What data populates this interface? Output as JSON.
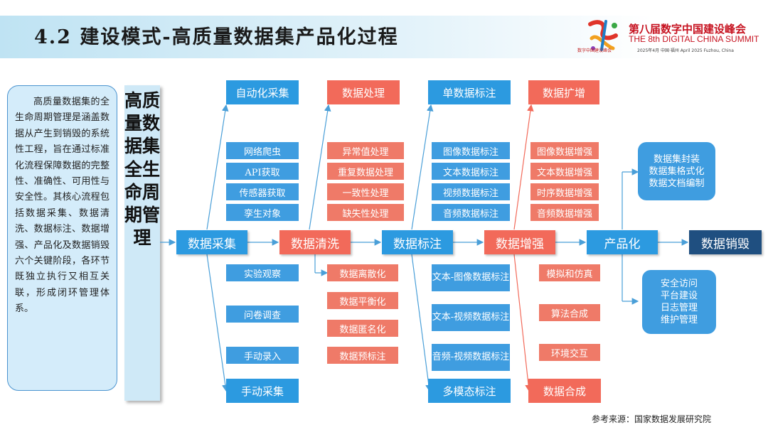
{
  "title": "4.2 建设模式-高质量数据集产品化过程",
  "logo": {
    "mark": "数",
    "subtitle": "数字中国建设峰会",
    "summit_cn": "第八届数字中国建设峰会",
    "summit_en": "THE 8th DIGITAL CHINA SUMMIT",
    "date_line": "2025年4月  中国·福州  April 2025  Fuzhou, China"
  },
  "description": "高质量数据集的全生命周期管理是涵盖数据从产生到销毁的系统性工程，旨在通过标准化流程保障数据的完整性、准确性、可用性与安全性。其核心流程包括数据采集、数据清洗、数据标注、数据增强、产品化及数据销毁六个关键阶段，各环节既独立执行又相互关联，形成闭环管理体系。",
  "vertical_title": "高质量数据集全生命周期管理",
  "spine": {
    "collect": "数据采集",
    "clean": "数据清洗",
    "label": "数据标注",
    "augment": "数据增强",
    "productize": "产品化",
    "destroy": "数据销毁"
  },
  "collect": {
    "top": "自动化采集",
    "top_items": [
      "网络爬虫",
      "API获取",
      "传感器获取",
      "孪生对象"
    ],
    "bottom": "手动采集",
    "bottom_items": [
      "实验观察",
      "问卷调查",
      "手动录入"
    ]
  },
  "clean": {
    "top": "数据处理",
    "top_items": [
      "异常值处理",
      "重复数据处理",
      "一致性处理",
      "缺失性处理"
    ],
    "bottom_items": [
      "数据离散化",
      "数据平衡化",
      "数据匿名化",
      "数据预标注"
    ]
  },
  "label": {
    "top": "单数据标注",
    "top_items": [
      "图像数据标注",
      "文本数据标注",
      "视频数据标注",
      "音频数据标注"
    ],
    "bottom": "多模态标注",
    "bottom_items": [
      "文本-图像数据标注",
      "文本-视频数据标注",
      "音频-视频数据标注"
    ]
  },
  "augment": {
    "top": "数据扩增",
    "top_items": [
      "图像数据增强",
      "文本数据增强",
      "时序数据增强",
      "音频数据增强"
    ],
    "bottom": "数据合成",
    "bottom_items": [
      "模拟和仿真",
      "算法合成",
      "环境交互"
    ]
  },
  "productize": {
    "top_items": [
      "数据集封装",
      "数据集格式化",
      "数据文档编制"
    ],
    "bottom_items": [
      "安全访问",
      "平台建设",
      "日志管理",
      "维护管理"
    ]
  },
  "reference": "参考来源：国家数据发展研究院",
  "colors": {
    "blue": "#2c9ae0",
    "orange": "#f26a5a",
    "dark": "#1f4f80",
    "header": "#bfe3f3"
  }
}
